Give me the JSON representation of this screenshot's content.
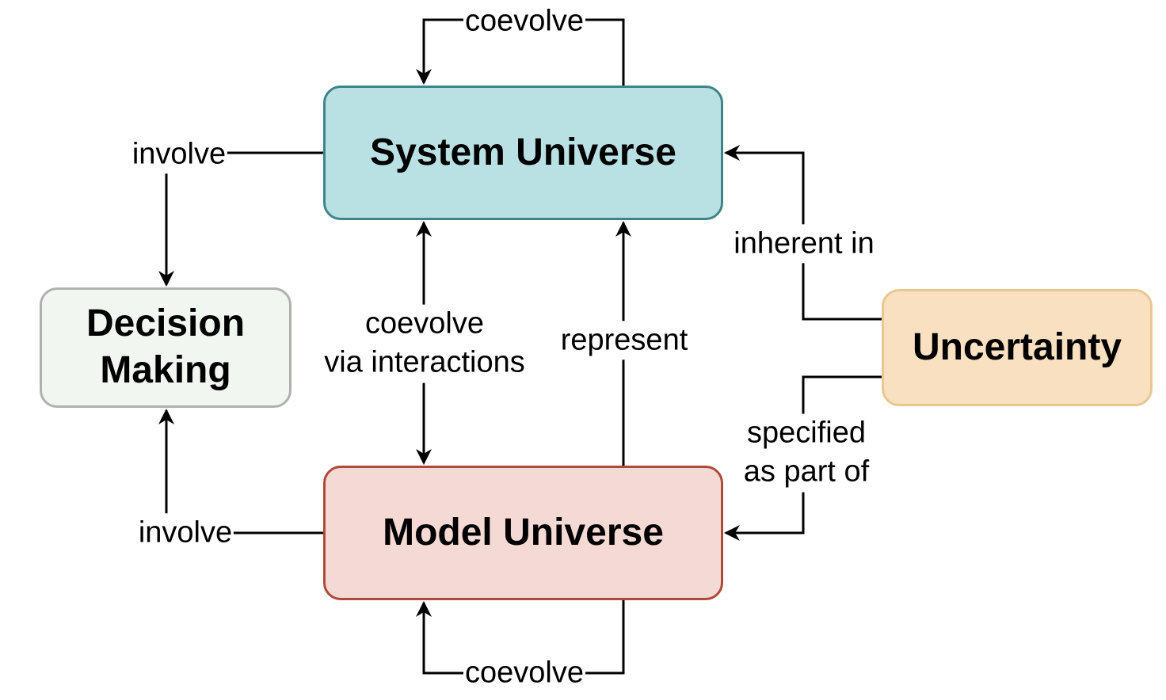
{
  "nodes": {
    "system": {
      "label": "System Universe",
      "fill": "#b9e1e3",
      "stroke": "#3f8488"
    },
    "model": {
      "label": "Model Universe",
      "fill": "#f5d9d5",
      "stroke": "#ad4a39"
    },
    "decision": {
      "label_line1": "Decision",
      "label_line2": "Making",
      "fill": "#f1f7f0",
      "stroke": "#b0b0b0"
    },
    "uncertainty": {
      "label": "Uncertainty",
      "fill": "#f8e0c0",
      "stroke": "#e9c793"
    }
  },
  "edges": {
    "system_self": "coevolve",
    "model_self": "coevolve",
    "system_model_line1": "coevolve",
    "system_model_line2": "via interactions",
    "model_represents_system": "represent",
    "system_involve_decision": "involve",
    "model_involve_decision": "involve",
    "uncertainty_system": "inherent in",
    "uncertainty_model_line1": "specified",
    "uncertainty_model_line2": "as part of"
  },
  "colors": {
    "edge": "#000000"
  }
}
